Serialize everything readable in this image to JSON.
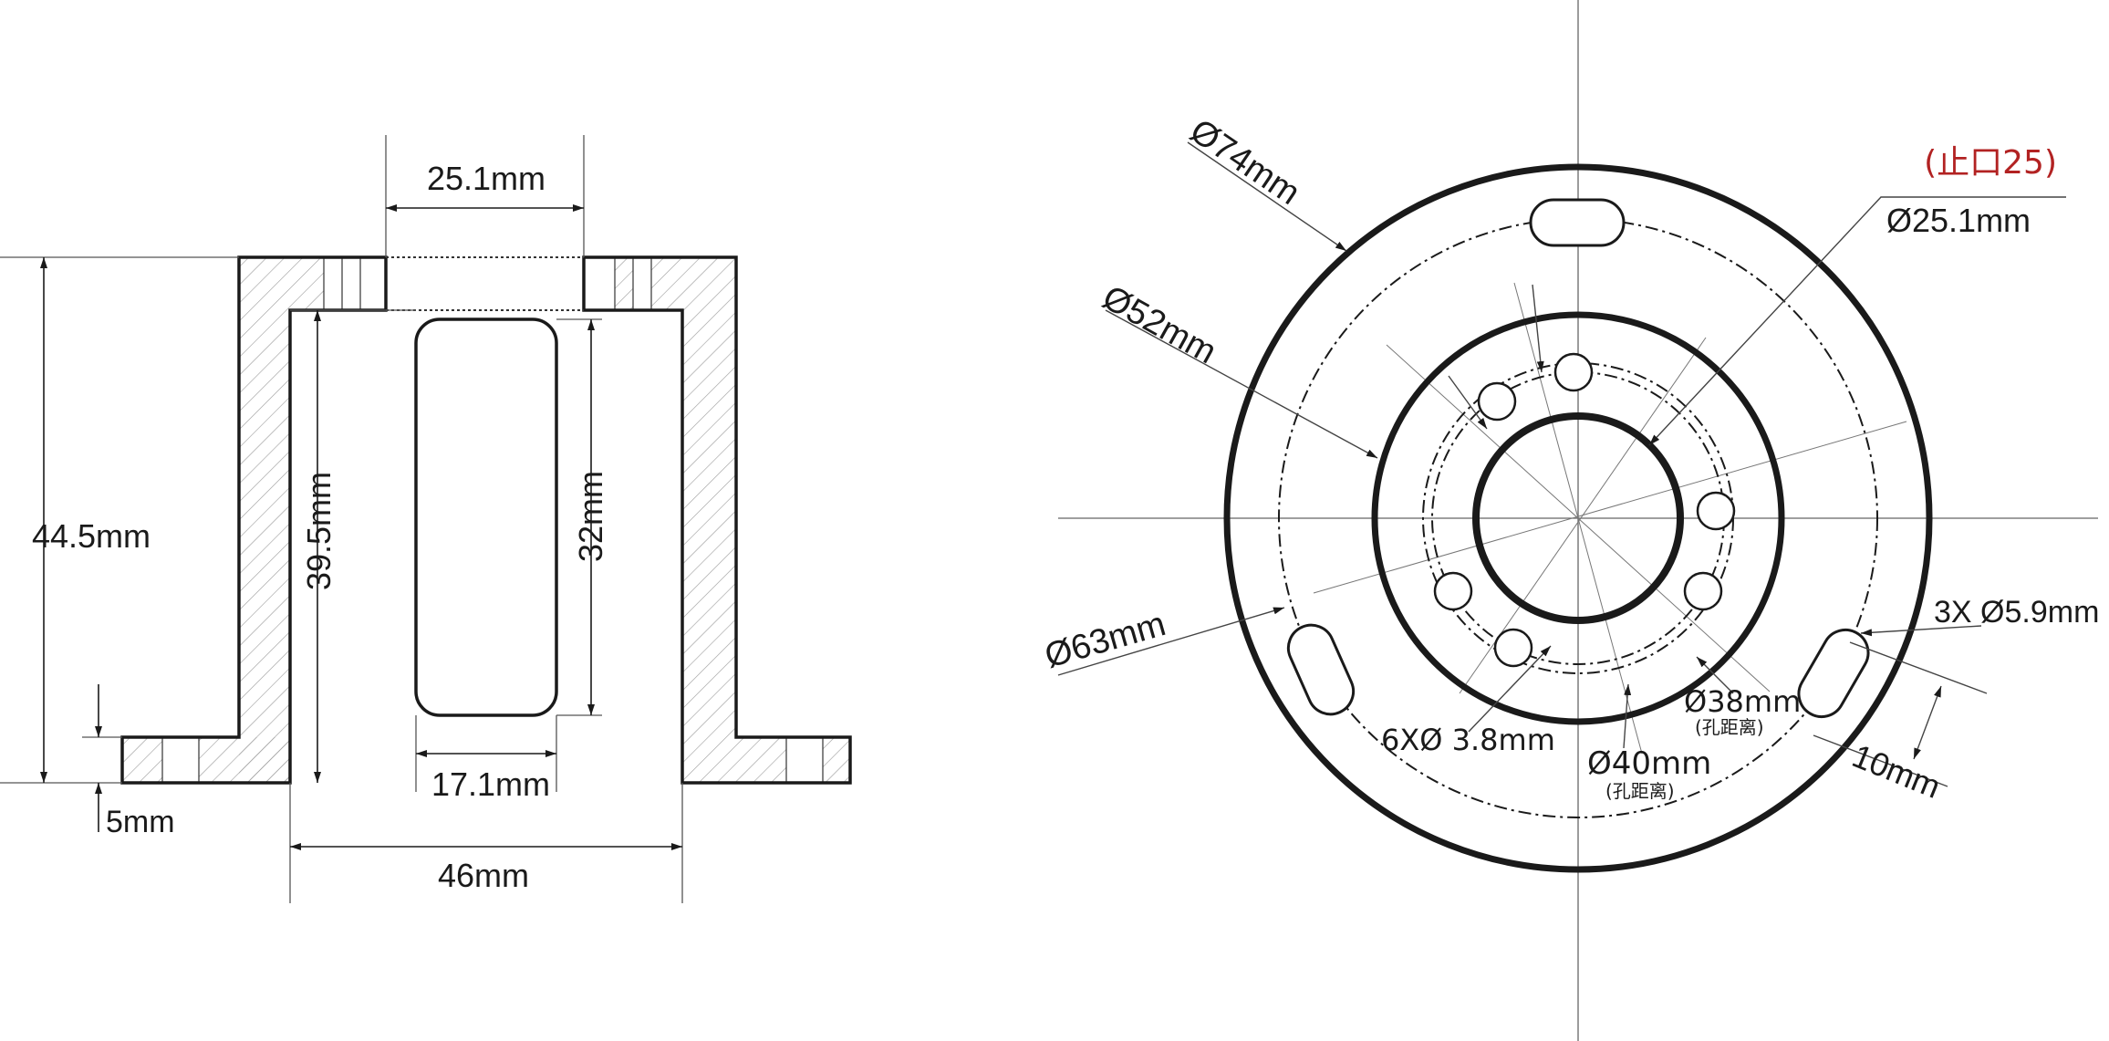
{
  "side_view": {
    "labels": {
      "top_width": "25.1mm",
      "total_height": "44.5mm",
      "inner_height": "39.5mm",
      "slot_height": "32mm",
      "slot_width": "17.1mm",
      "flange_thickness": "5mm",
      "inner_width": "46mm"
    }
  },
  "top_view": {
    "labels": {
      "outer_diameter": "Ø74mm",
      "ring_diameter": "Ø52mm",
      "slot_circle_diameter": "Ø63mm",
      "spigot_note": "(止口25)",
      "bore_diameter": "Ø25.1mm",
      "slot_holes": "3X Ø5.9mm",
      "slot_length": "10mm",
      "small_holes": "6XØ 3.8mm",
      "pcd_38": "Ø38mm",
      "pcd_38_note": "(孔距离)",
      "pcd_40": "Ø40mm",
      "pcd_40_note": "(孔距离)"
    },
    "colors": {
      "spigot_note": "#b22222"
    }
  }
}
